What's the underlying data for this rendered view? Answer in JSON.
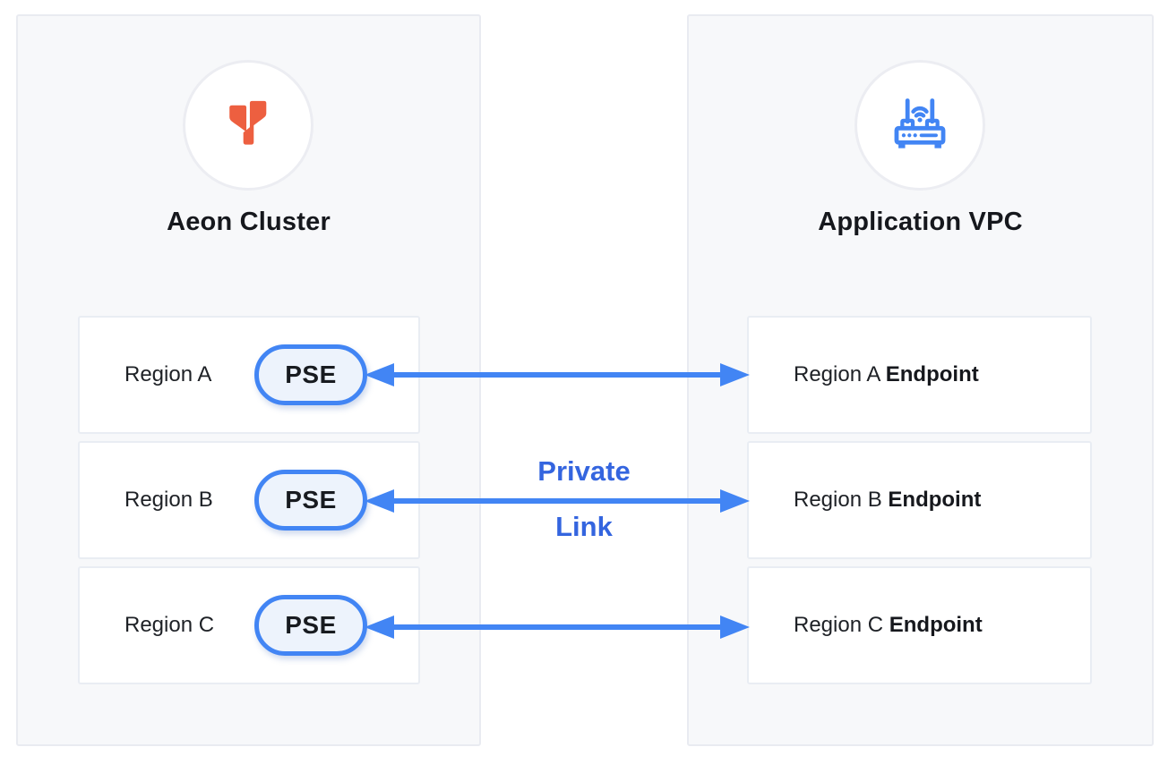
{
  "diagram": {
    "left_panel": {
      "title": "Aeon Cluster",
      "rows": [
        {
          "label": "Region A",
          "badge": "PSE"
        },
        {
          "label": "Region B",
          "badge": "PSE"
        },
        {
          "label": "Region C",
          "badge": "PSE"
        }
      ]
    },
    "right_panel": {
      "title": "Application VPC",
      "rows": [
        {
          "label": "Region A ",
          "bold": "Endpoint"
        },
        {
          "label": "Region B ",
          "bold": "Endpoint"
        },
        {
          "label": "Region C ",
          "bold": "Endpoint"
        }
      ]
    },
    "link_label": {
      "line1": "Private",
      "line2": "Link"
    },
    "icons": {
      "left_panel": "aeon-logo-icon",
      "right_panel": "router-icon"
    },
    "colors": {
      "arrow_blue": "#4285F4",
      "link_text_blue": "#3465DF",
      "logo_orange": "#ED5F40",
      "pill_fill": "#EDF3FC",
      "panel_bg": "#F7F8FA",
      "text_dark": "#16181D"
    }
  }
}
